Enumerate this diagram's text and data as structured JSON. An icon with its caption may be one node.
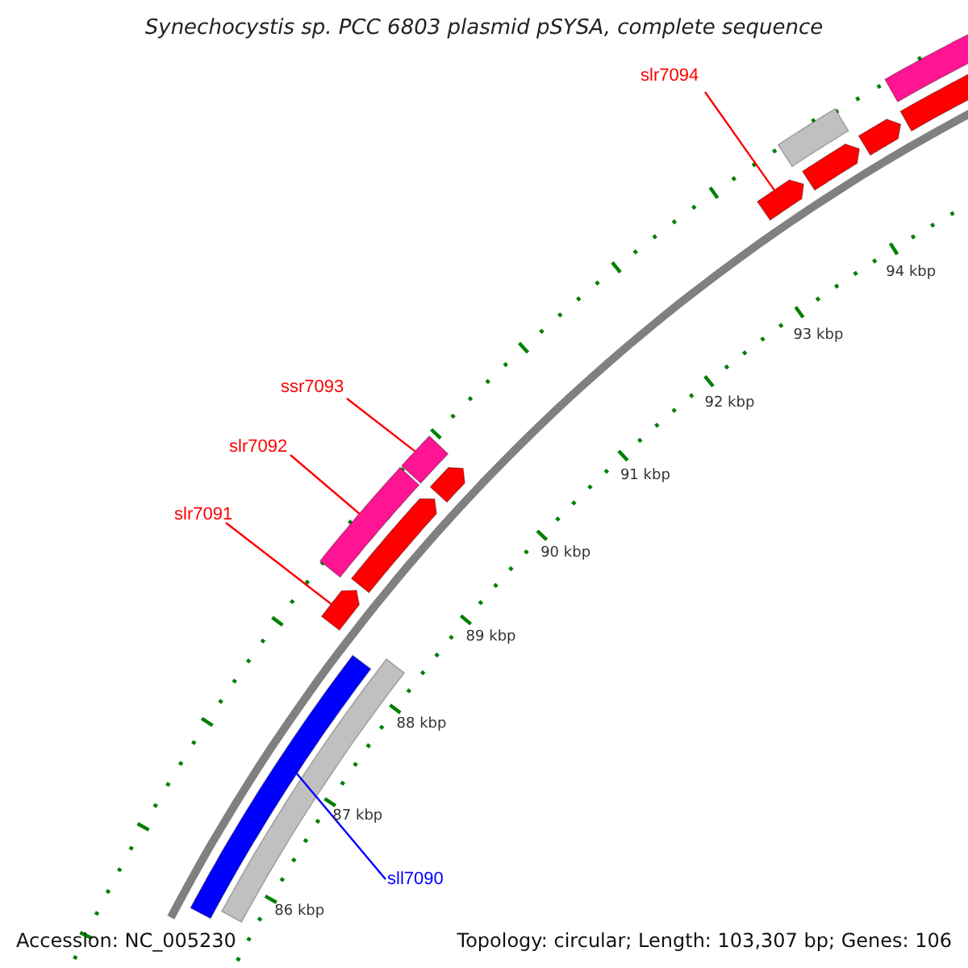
{
  "diagram": {
    "title": "Synechocystis sp. PCC 6803 plasmid pSYSA, complete sequence",
    "nodes": [
      {
        "text": [
          "slr7094"
        ]
      },
      {
        "text": [],
        "shape": "bar"
      },
      {
        "text": [
          "ssr7093"
        ]
      },
      {
        "text": [],
        "shape": "bar"
      },
      {
        "text": [
          "slr7092"
        ]
      },
      {
        "text": [],
        "shape": "bar"
      },
      {
        "text": [
          "slr7091"
        ]
      },
      {
        "text": [],
        "shape": "bar"
      },
      {
        "text": [
          "sll7090"
        ]
      },
      {
        "text": [],
        "shape": "bar"
      },
      {
        "text": [],
        "shape": "bar"
      },
      {
        "text": [],
        "shape": "bar"
      },
      {
        "text": [],
        "shape": "bar"
      },
      {
        "text": [],
        "shape": "bar"
      },
      {
        "text": [],
        "shape": "bar"
      },
      {
        "text": [],
        "shape": "bar"
      },
      {
        "text": [],
        "shape": "bar"
      },
      {
        "text": [],
        "shape": "bar"
      }
    ],
    "edges": [
      {
        "from": 0,
        "to": 1,
        "arrow": "none"
      },
      {
        "from": 2,
        "to": 3,
        "arrow": "none"
      },
      {
        "from": 4,
        "to": 5,
        "arrow": "none"
      },
      {
        "from": 6,
        "to": 7,
        "arrow": "none"
      },
      {
        "from": 8,
        "to": 9,
        "arrow": "none",
        "color": "#0000ff"
      }
    ],
    "labels": [
      "94 kbp",
      "93 kbp",
      "92 kbp",
      "91 kbp",
      "90 kbp",
      "89 kbp",
      "88 kbp",
      "87 kbp",
      "86 kbp",
      "Accession: NC_005230",
      "Topology: circular; Length: 103,307 bp; Genes: 106"
    ]
  }
}
